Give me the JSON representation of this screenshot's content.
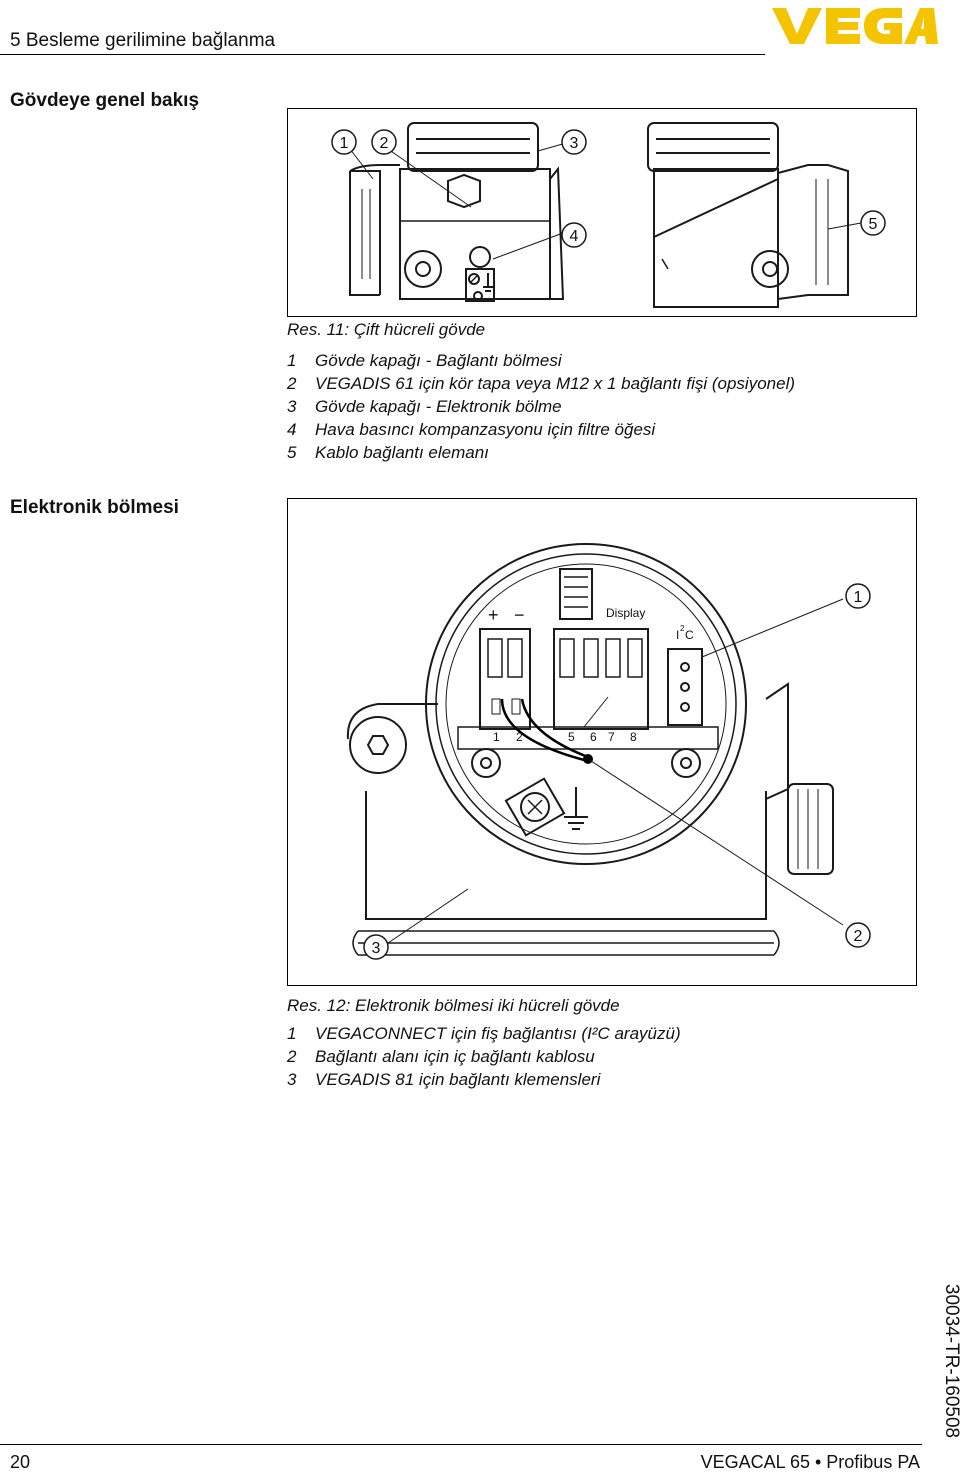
{
  "header": {
    "section_title": "5 Besleme gerilimine bağlanma",
    "brand_logo": "VEGA"
  },
  "section1": {
    "heading": "Gövdeye genel bakış",
    "figure": {
      "callouts": [
        "1",
        "2",
        "3",
        "4",
        "5"
      ]
    },
    "caption": "Res. 11: Çift hücreli gövde",
    "items": [
      {
        "num": "1",
        "text": "Gövde kapağı - Bağlantı bölmesi"
      },
      {
        "num": "2",
        "text": "VEGADIS 61 için kör tapa veya M12 x 1 bağlantı fişi (opsiyonel)"
      },
      {
        "num": "3",
        "text": "Gövde kapağı - Elektronik bölme"
      },
      {
        "num": "4",
        "text": "Hava basıncı kompanzasyonu için filtre öğesi"
      },
      {
        "num": "5",
        "text": "Kablo bağlantı elemanı"
      }
    ]
  },
  "section2": {
    "heading": "Elektronik bölmesi",
    "figure": {
      "callouts": [
        "1",
        "2",
        "3"
      ],
      "labels": {
        "plus": "+",
        "minus": "−",
        "display": "Display",
        "i2c_i": "I",
        "i2c_sup": "2",
        "i2c_c": "C",
        "terminals": [
          "1",
          "2",
          "5",
          "6",
          "7",
          "8"
        ]
      }
    },
    "caption": "Res. 12: Elektronik bölmesi iki hücreli gövde",
    "items": [
      {
        "num": "1",
        "text": "VEGACONNECT için fiş bağlantısı (I²C arayüzü)"
      },
      {
        "num": "2",
        "text": "Bağlantı alanı için iç bağlantı kablosu"
      },
      {
        "num": "3",
        "text": "VEGADIS 81 için bağlantı klemensleri"
      }
    ]
  },
  "footer": {
    "page_number": "20",
    "product": "VEGACAL 65 • Profibus PA",
    "doc_id": "30034-TR-160508"
  },
  "colors": {
    "brand_yellow": "#F5C400",
    "line": "#1a1a1a"
  }
}
